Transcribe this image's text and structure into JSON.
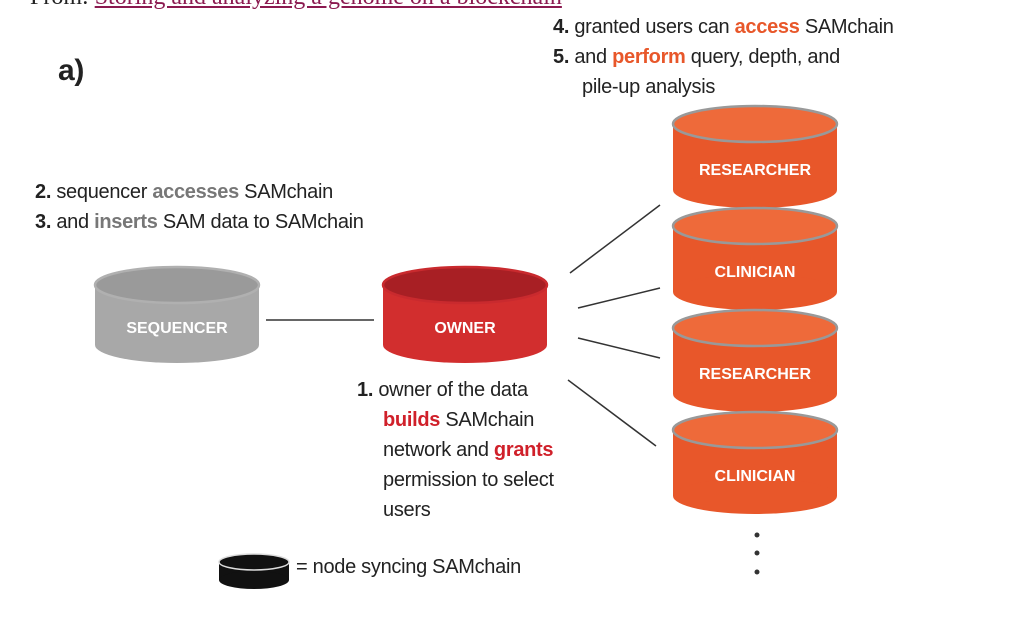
{
  "header": {
    "prefix": "From: ",
    "link": "Storing and analyzing a genome on a blockchain"
  },
  "panel_label": "a)",
  "nodes": {
    "sequencer": "SEQUENCER",
    "owner": "OWNER",
    "users": [
      "RESEARCHER",
      "CLINICIAN",
      "RESEARCHER",
      "CLINICIAN"
    ]
  },
  "steps": {
    "s1": {
      "num": "1.",
      "l1": "owner of the data",
      "l2a": "builds",
      "l2b": " SAMchain",
      "l3a": "network and ",
      "l3b": "grants",
      "l4": "permission to select",
      "l5": "users"
    },
    "s2": {
      "num": "2.",
      "a": " sequencer ",
      "b": "accesses",
      "c": " SAMchain"
    },
    "s3": {
      "num": "3.",
      "a": " and ",
      "b": "inserts",
      "c": " SAM data to SAMchain"
    },
    "s4": {
      "num": "4.",
      "a": " granted users can ",
      "b": "access",
      "c": " SAMchain"
    },
    "s5": {
      "num": "5.",
      "a": " and ",
      "b": "perform",
      "c": " query, depth, and",
      "d": "pile-up analysis"
    }
  },
  "legend": "= node syncing SAMchain",
  "colors": {
    "owner": "#d22e2e",
    "user": "#e8572a",
    "sequencer": "#a8a8a8",
    "legend_node": "#111111"
  }
}
